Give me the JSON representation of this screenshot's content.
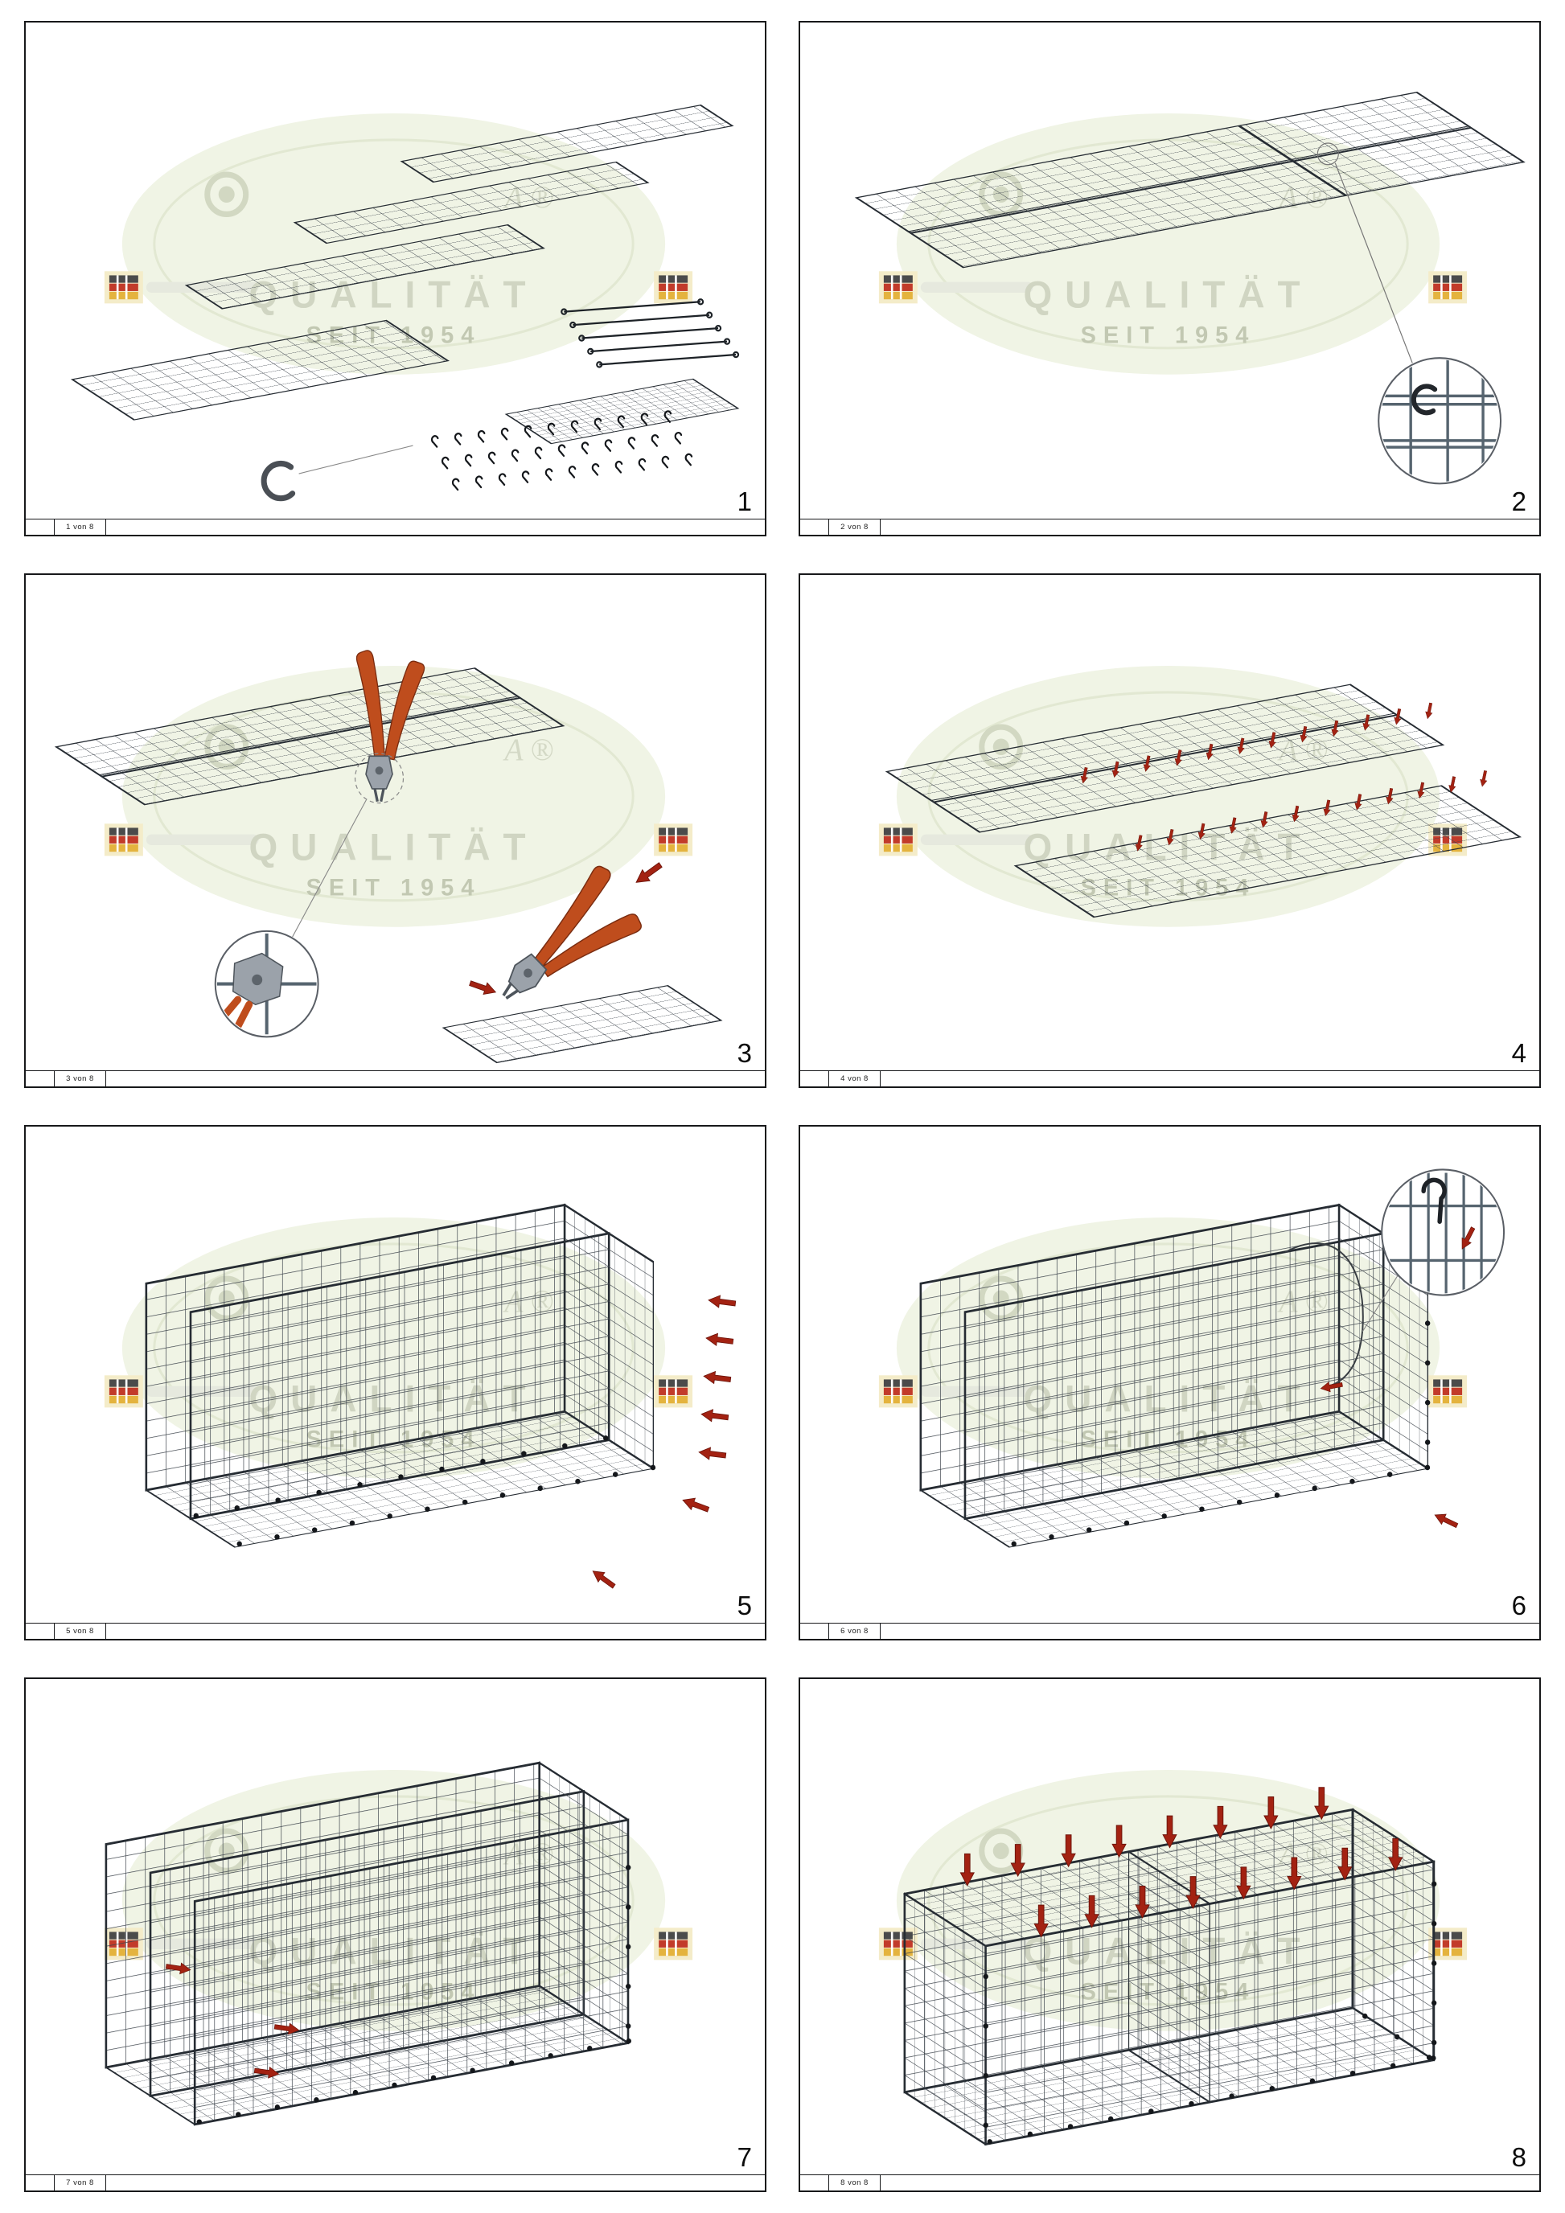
{
  "document": {
    "watermark": {
      "brand_line": "QUALITÄT",
      "since_line": "SEIT 1954",
      "registered_suffix": "A ®"
    },
    "panels": [
      {
        "step": "1",
        "sheet_label": "1 von 8"
      },
      {
        "step": "2",
        "sheet_label": "2 von 8"
      },
      {
        "step": "3",
        "sheet_label": "3 von 8"
      },
      {
        "step": "4",
        "sheet_label": "4 von 8"
      },
      {
        "step": "5",
        "sheet_label": "5 von 8"
      },
      {
        "step": "6",
        "sheet_label": "6 von 8"
      },
      {
        "step": "7",
        "sheet_label": "7 von 8"
      },
      {
        "step": "8",
        "sheet_label": "8 von 8"
      }
    ]
  }
}
